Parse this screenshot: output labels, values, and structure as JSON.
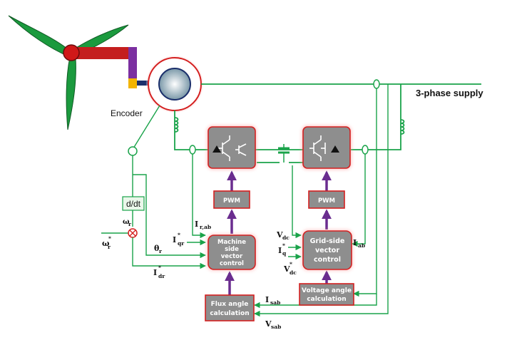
{
  "labels": {
    "encoder": "Encoder",
    "supply": "3-phase supply",
    "ddt": "d/dt",
    "pwm_left": "PWM",
    "pwm_right": "PWM",
    "machine_ctrl": [
      "Machine",
      "side",
      "vector",
      "control"
    ],
    "grid_ctrl": [
      "Grid-side",
      "vector",
      "control"
    ],
    "flux_calc": [
      "Flux angle",
      "calculation"
    ],
    "voltage_calc": [
      "Voltage angle",
      "calculation"
    ]
  },
  "signals": {
    "omega_r": {
      "base": "ω",
      "sub": "r"
    },
    "omega_r_ref": {
      "base": "ω",
      "sub": "r",
      "sup": "*"
    },
    "theta_r": {
      "base": "θ",
      "sub": "r"
    },
    "i_qr_ref": {
      "base": "I",
      "sub": "qr",
      "sup": "*"
    },
    "i_dr_ref": {
      "base": "I",
      "sub": "dr",
      "sup": "*"
    },
    "i_rab": {
      "base": "I",
      "sub": "r,ab"
    },
    "v_dc": {
      "base": "V",
      "sub": "dc"
    },
    "i_q_ref": {
      "base": "I",
      "sub": "q",
      "sup": "*"
    },
    "v_dc_ref": {
      "base": "V",
      "sub": "dc",
      "sup": "*"
    },
    "i_ab": {
      "base": "I",
      "sub": "ab"
    },
    "i_sab": {
      "base": "I",
      "sub": "sab"
    },
    "v_sab": {
      "base": "V",
      "sub": "sab"
    }
  },
  "colors": {
    "wire": "#1aa34a",
    "block_fill": "#8e8e8e",
    "block_border": "#d42020",
    "arrow": "#6a2d8f",
    "blade": "#1b9a3e",
    "shaft": "#c41e1e",
    "coupling": "#7b2fa0",
    "encoder_mark": "#f2b400"
  }
}
